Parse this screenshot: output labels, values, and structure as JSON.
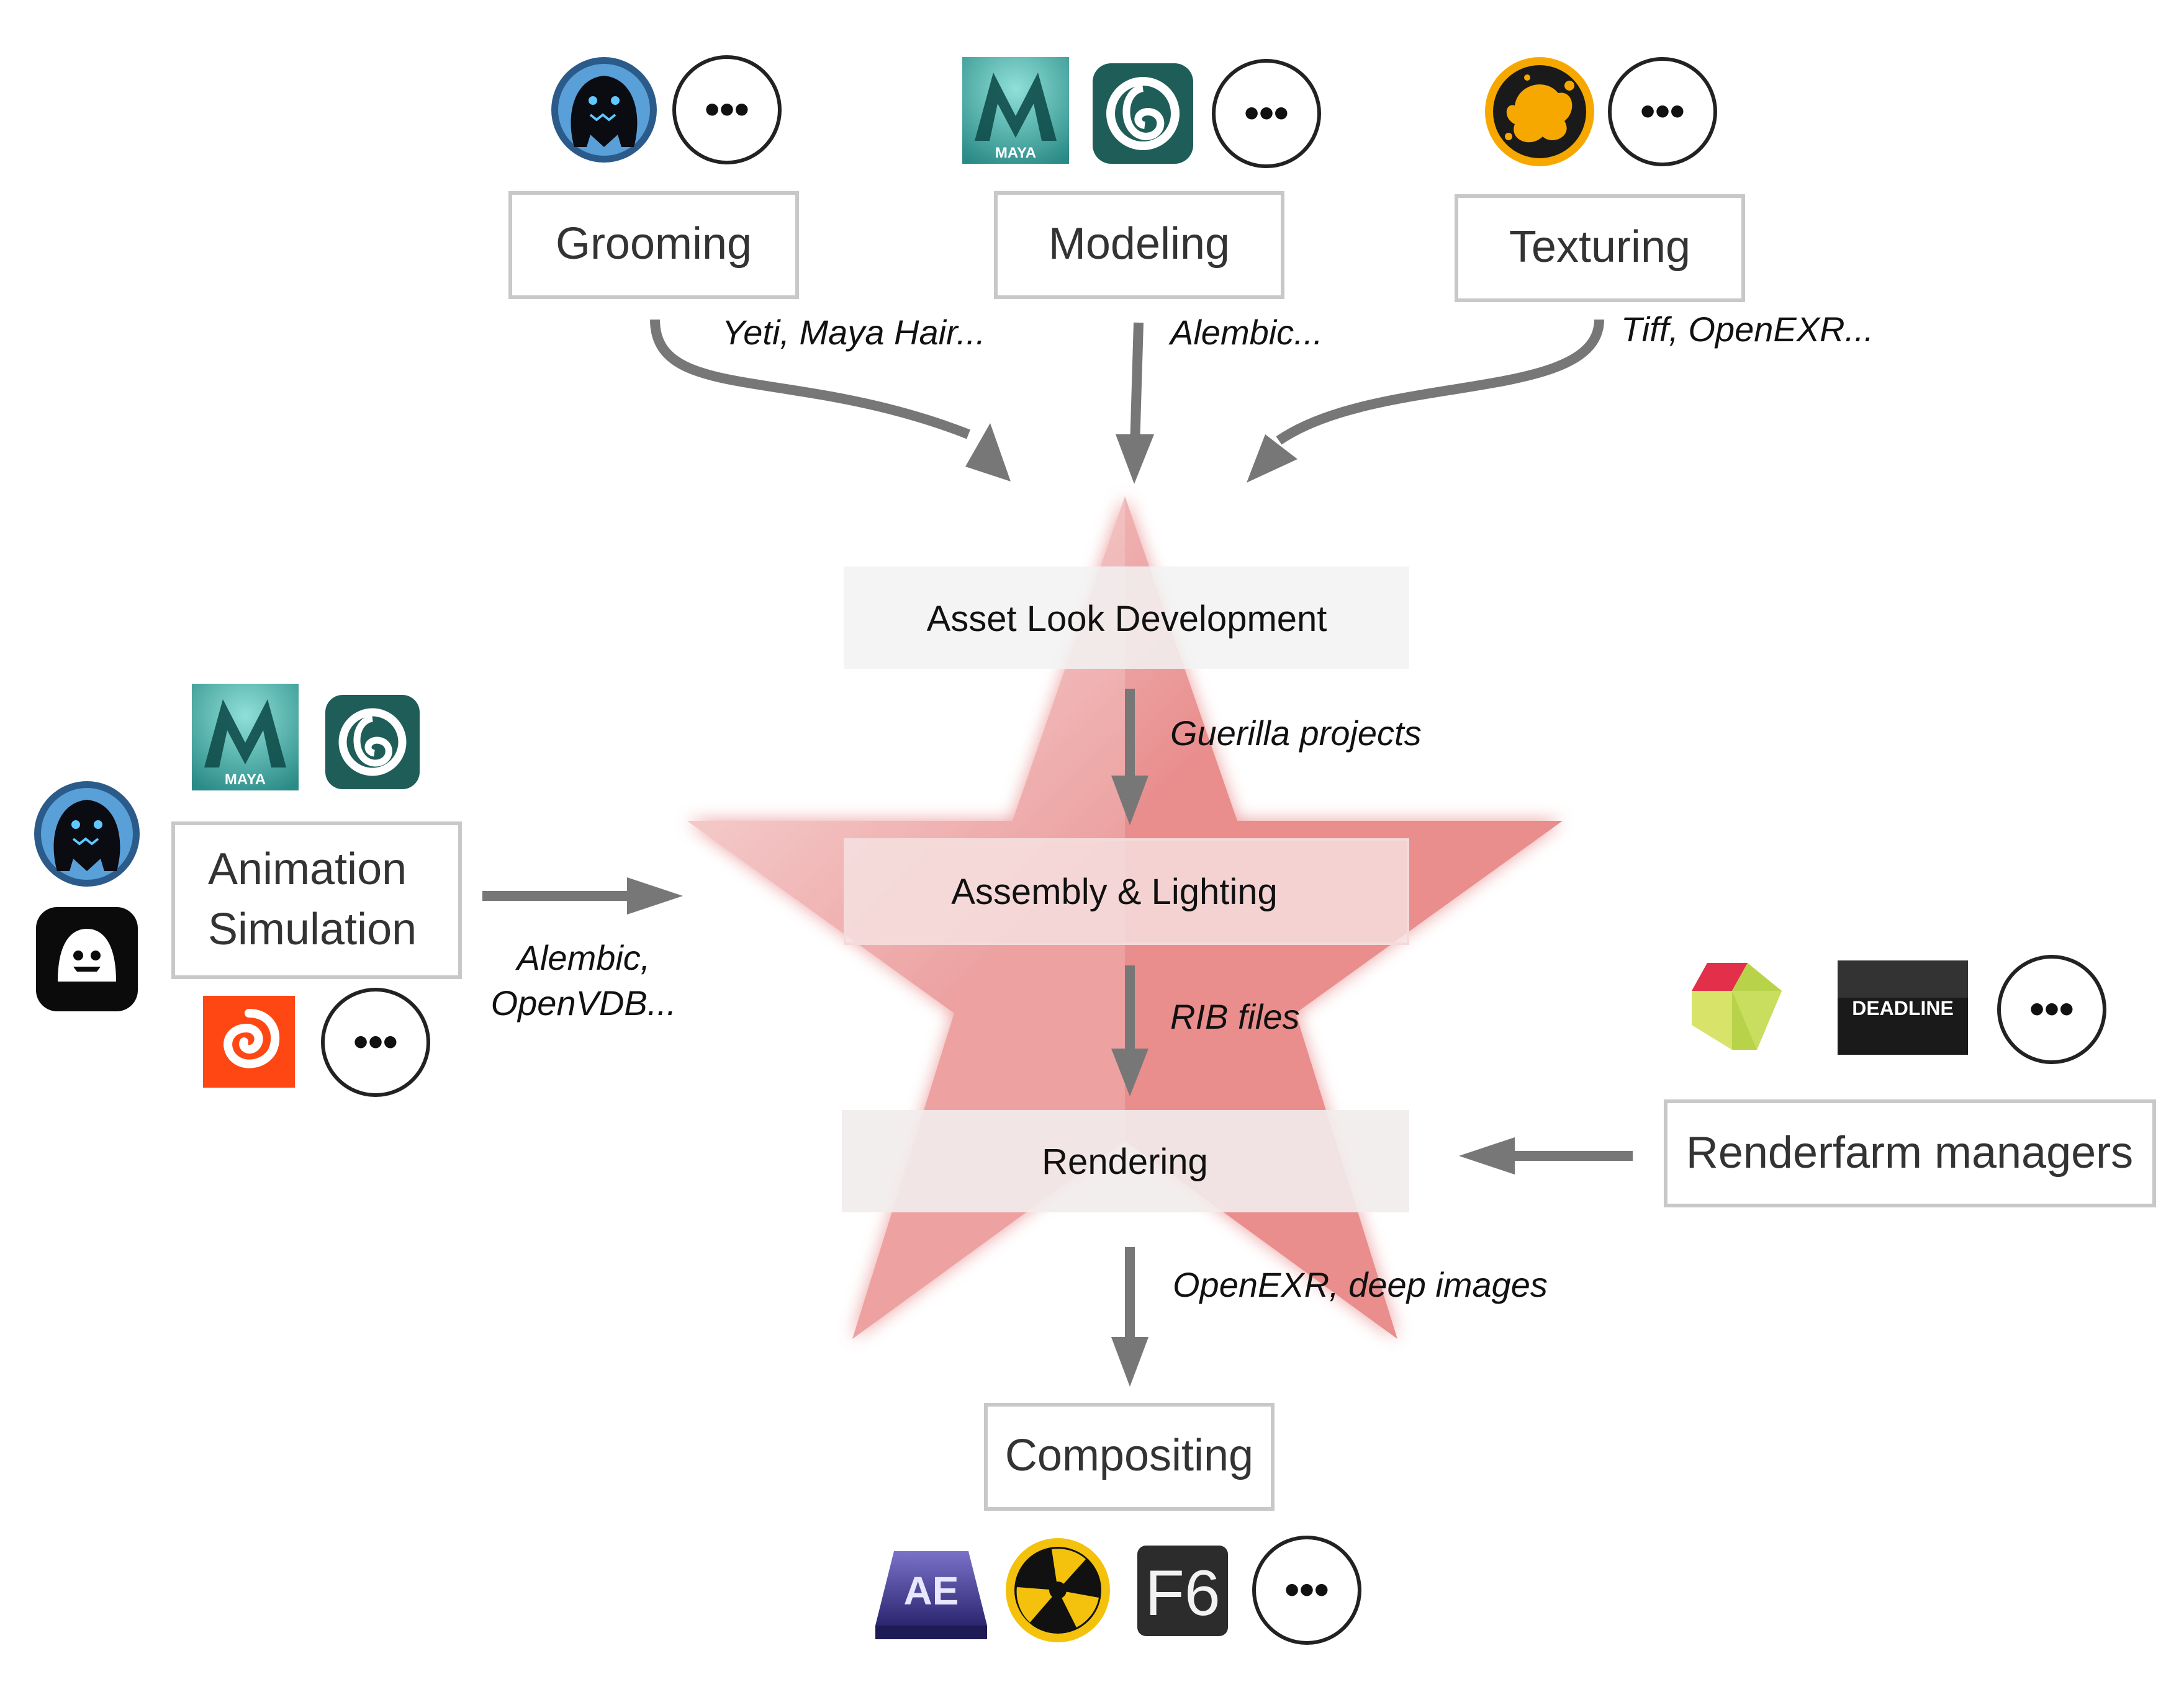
{
  "departments": {
    "grooming": "Grooming",
    "modeling": "Modeling",
    "texturing": "Texturing",
    "animation_line1": "Animation",
    "animation_line2": "Simulation",
    "renderfarm": "Renderfarm managers",
    "compositing": "Compositing"
  },
  "pipeline": {
    "lookdev": "Asset Look Development",
    "assembly": "Assembly & Lighting",
    "rendering": "Rendering"
  },
  "formats": {
    "grooming": "Yeti, Maya Hair...",
    "modeling": "Alembic...",
    "texturing": "Tiff, OpenEXR...",
    "animation_line1": "Alembic,",
    "animation_line2": "OpenVDB...",
    "lookdev_to_assembly": "Guerilla projects",
    "assembly_to_render": "RIB files",
    "render_to_comp": "OpenEXR, deep images"
  },
  "icons": {
    "more_label": "•••",
    "maya_label": "MAYA",
    "deadline_label": "DEADLINE",
    "ae_label": "AE",
    "f6_label": "F6"
  },
  "colors": {
    "star": "#e98d8d",
    "arrow": "#777777",
    "box_border": "#c8c8c8",
    "maya_teal": "#2a8a86",
    "dark_teal": "#1f5e58",
    "houdini_orange": "#ff4713",
    "nuke_yellow": "#f4c20d",
    "substance_orange": "#f7a800"
  }
}
